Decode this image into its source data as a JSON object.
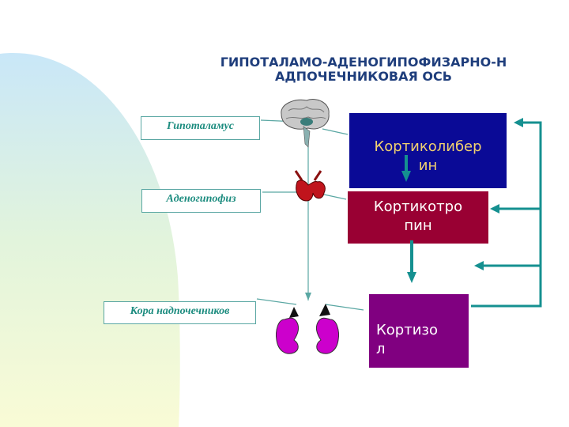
{
  "title": {
    "line1": "ГИПОТАЛАМО-АДЕНОГИПОФИЗАРНО-Н",
    "line2": "АДПОЧЕЧНИКОВАЯ ОСЬ"
  },
  "organs": {
    "hypothalamus": "Гипоталамус",
    "adenohypophysis": "Аденогипофиз",
    "adrenal_cortex": "Кора надпочечников"
  },
  "hormones": {
    "crh_line1": "Кортиколибер",
    "crh_line2": "ин",
    "acth_line1": "Кортикотро",
    "acth_line2": "пин",
    "cortisol_line1": "Кортизо",
    "cortisol_line2": "л"
  },
  "colors": {
    "crh_box": "#0a0a96",
    "crh_text": "#f0d070",
    "acth_box": "#990033",
    "cortisol_box": "#800080",
    "arrow": "#159090",
    "label_text": "#1c8c7f",
    "title_text": "#1f3e7c"
  },
  "icons": [
    "brain-icon",
    "pituitary-icon",
    "kidney-left-icon",
    "kidney-right-icon"
  ]
}
